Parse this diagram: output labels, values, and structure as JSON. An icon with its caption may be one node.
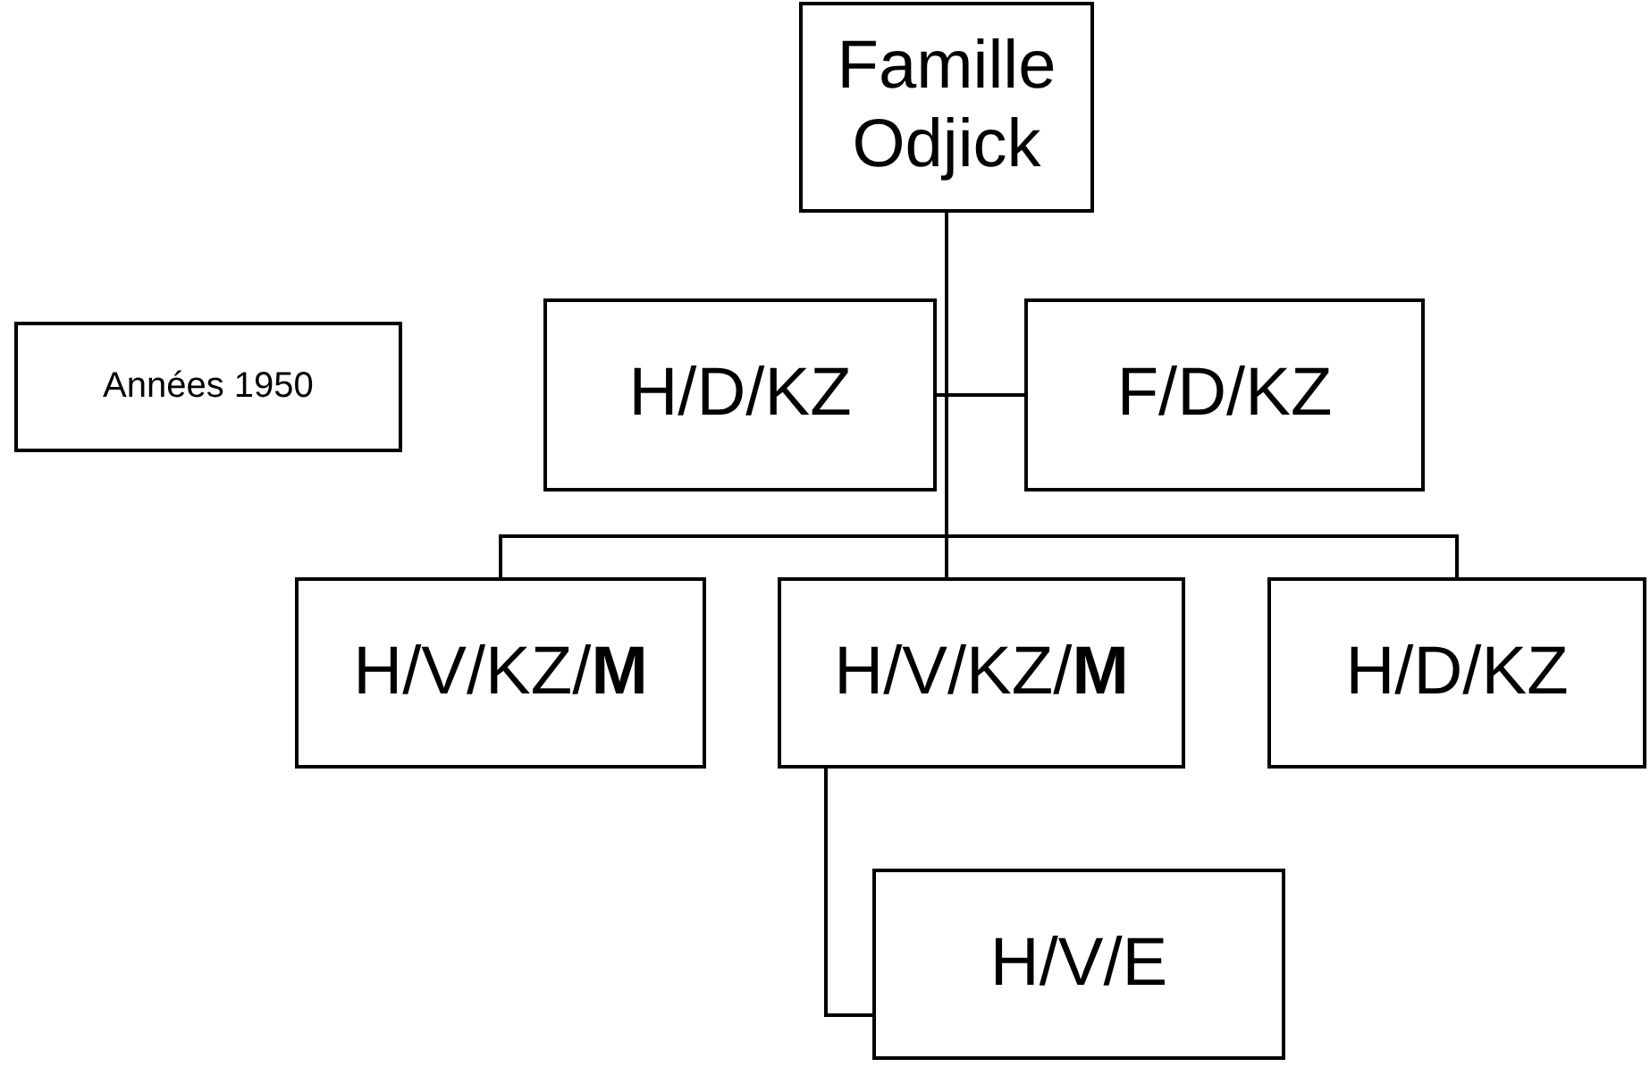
{
  "diagram": {
    "nodes": [
      {
        "text": [
          "Famille Odjick"
        ]
      },
      {
        "text": [
          "Années 1950"
        ]
      },
      {
        "text": [
          "H/D/KZ"
        ]
      },
      {
        "text": [
          "F/D/KZ"
        ]
      },
      {
        "text": [
          "H/V/KZ/**M**"
        ]
      },
      {
        "text": [
          "H/V/KZ/**M**"
        ]
      },
      {
        "text": [
          "H/D/KZ"
        ]
      },
      {
        "text": [
          "H/V/E"
        ]
      }
    ],
    "edges": [
      {
        "from": 2,
        "to": 3,
        "arrow": "none"
      },
      {
        "from": 0,
        "to": 4,
        "arrow": "none"
      },
      {
        "from": 0,
        "to": 5,
        "arrow": "none"
      },
      {
        "from": 0,
        "to": 6,
        "arrow": "none"
      },
      {
        "from": 5,
        "to": 7,
        "arrow": "none"
      }
    ]
  }
}
